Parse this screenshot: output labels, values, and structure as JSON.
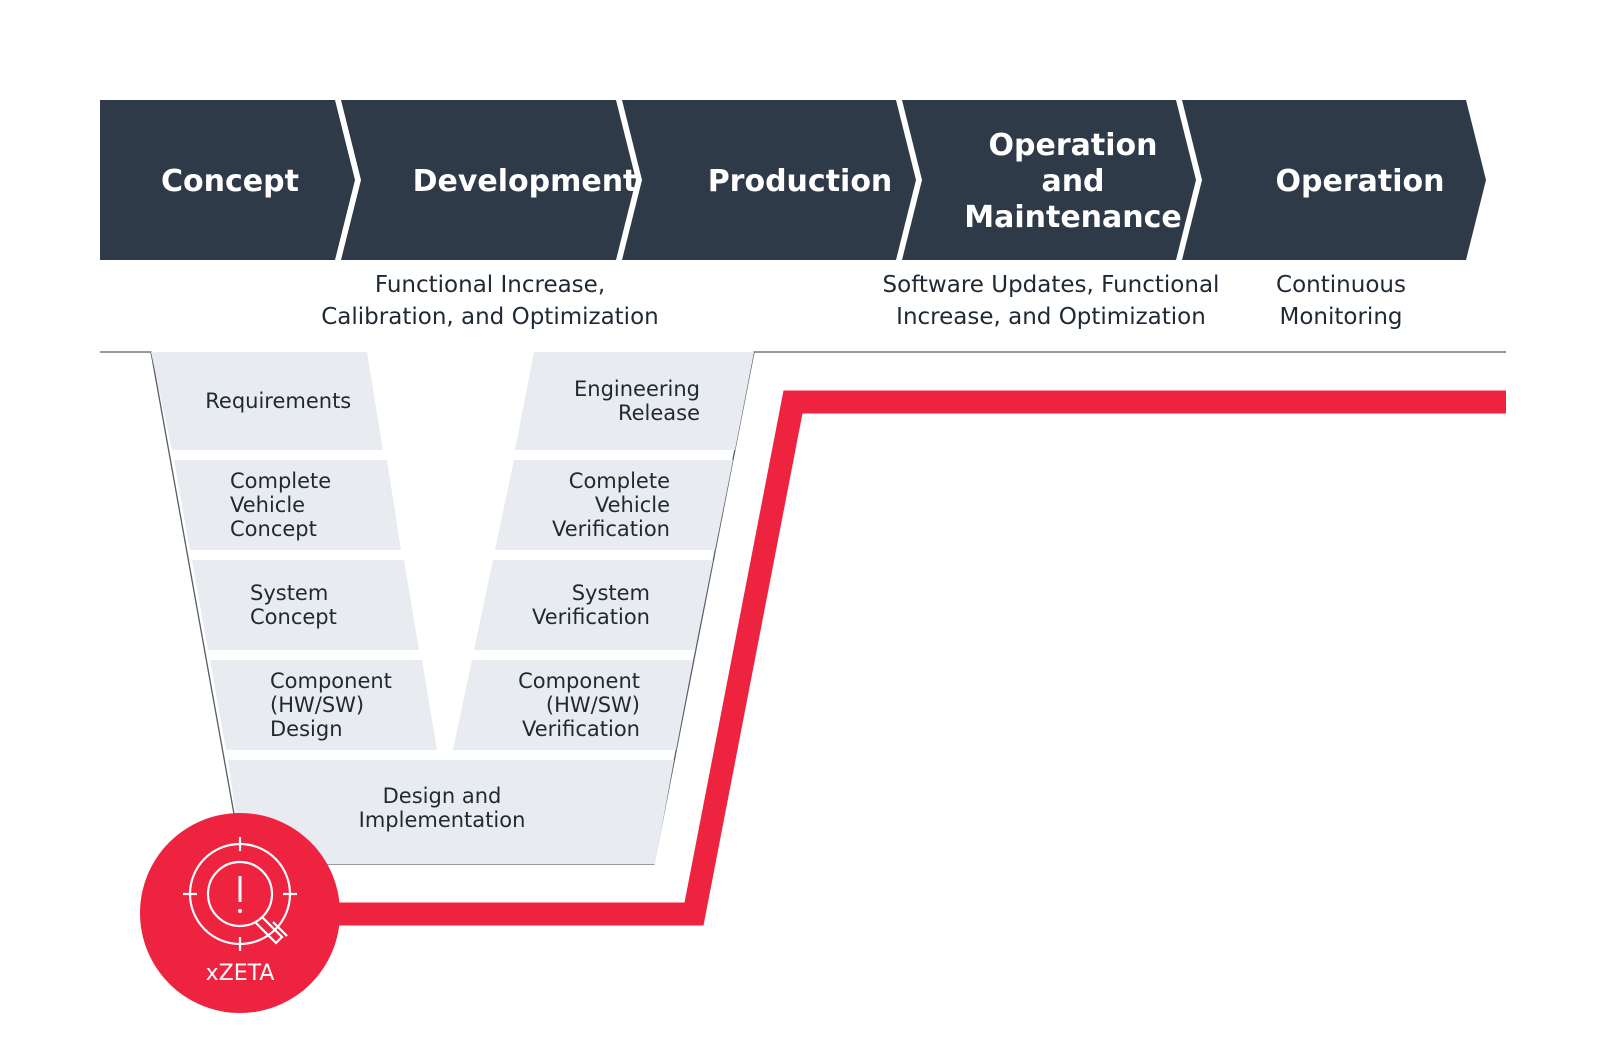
{
  "colors": {
    "phase_fill": "#2f3a48",
    "phase_text": "#ffffff",
    "cell_fill": "#e8ebef",
    "accent_red": "#ee2340",
    "text_dark": "#1f2933",
    "line_gray": "#555d66"
  },
  "phases": [
    {
      "lines": [
        "Concept"
      ]
    },
    {
      "lines": [
        "Development"
      ]
    },
    {
      "lines": [
        "Production"
      ]
    },
    {
      "lines": [
        "Operation",
        "and",
        "Maintenance"
      ]
    },
    {
      "lines": [
        "Operation"
      ]
    }
  ],
  "notes": [
    {
      "lines": [
        "Functional Increase,",
        "Calibration, and Optimization"
      ]
    },
    {
      "lines": [
        "Software Updates, Functional",
        "Increase, and Optimization"
      ]
    },
    {
      "lines": [
        "Continuous",
        "Monitoring"
      ]
    }
  ],
  "v_model": {
    "left": [
      {
        "lines": [
          "Requirements"
        ]
      },
      {
        "lines": [
          "Complete",
          "Vehicle",
          "Concept"
        ]
      },
      {
        "lines": [
          "System",
          "Concept"
        ]
      },
      {
        "lines": [
          "Component",
          "(HW/SW)",
          "Design"
        ]
      }
    ],
    "right": [
      {
        "lines": [
          "Engineering",
          "Release"
        ]
      },
      {
        "lines": [
          "Complete",
          "Vehicle",
          "Verification"
        ]
      },
      {
        "lines": [
          "System",
          "Verification"
        ]
      },
      {
        "lines": [
          "Component",
          "(HW/SW)",
          "Verification"
        ]
      }
    ],
    "bottom": {
      "lines": [
        "Design and",
        "Implementation"
      ]
    }
  },
  "badge": {
    "label": "xZETA",
    "icon": "magnifier-alert-icon"
  }
}
